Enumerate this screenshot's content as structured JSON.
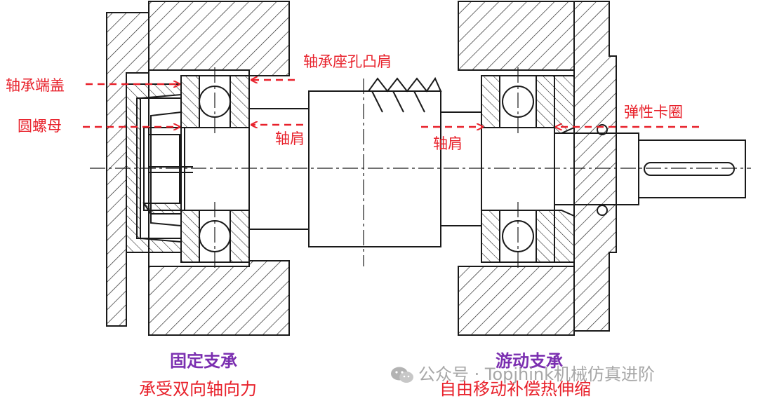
{
  "labels": {
    "bearing_end_cap": "轴承端盖",
    "round_nut": "圆螺母",
    "housing_shoulder": "轴承座孔凸肩",
    "shaft_shoulder_left": "轴肩",
    "shaft_shoulder_right": "轴肩",
    "circlip": "弹性卡圈"
  },
  "captions": {
    "fixed_title": "固定支承",
    "fixed_desc": "承受双向轴向力",
    "floating_title": "游动支承",
    "floating_desc": "自由移动补偿热伸缩"
  },
  "watermark": {
    "text": "公众号 · Topjhink机械仿真进阶",
    "icon": "wechat-icon"
  },
  "colors": {
    "annotation": "#e8212b",
    "title": "#7b2fb0",
    "line": "#1a1a1a",
    "watermark": "#8a8a8a"
  }
}
